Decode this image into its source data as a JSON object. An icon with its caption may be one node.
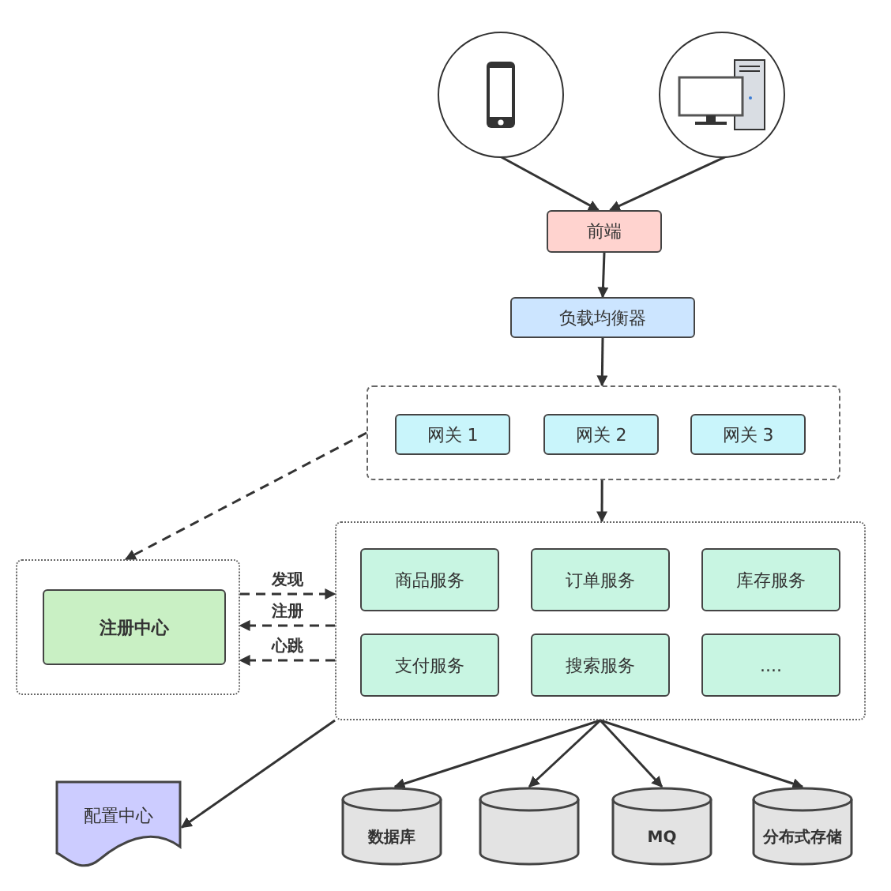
{
  "diagram": {
    "nodes": [
      {
        "text": [],
        "shape": "circle"
      },
      {
        "text": [],
        "shape": "circle"
      },
      {
        "text": [
          "前端"
        ]
      },
      {
        "text": [
          "负载均衡器"
        ]
      },
      {
        "text": [],
        "shape": "box"
      },
      {
        "text": [
          "网关 1"
        ],
        "in": 4
      },
      {
        "text": [
          "网关 2"
        ],
        "in": 4
      },
      {
        "text": [
          "网关 3"
        ],
        "in": 4
      },
      {
        "text": [],
        "shape": "box"
      },
      {
        "text": [
          "注册中心"
        ],
        "in": 8
      },
      {
        "text": [],
        "shape": "box"
      },
      {
        "text": [
          "商品服务"
        ],
        "in": 10
      },
      {
        "text": [
          "订单服务"
        ],
        "in": 10
      },
      {
        "text": [
          "库存服务"
        ],
        "in": 10
      },
      {
        "text": [
          "支付服务"
        ],
        "in": 10
      },
      {
        "text": [
          "搜索服务"
        ],
        "in": 10
      },
      {
        "text": [
          "...."
        ],
        "in": 10
      },
      {
        "text": [
          "配置中心"
        ]
      },
      {
        "text": [
          "数据库"
        ]
      },
      {
        "text": [],
        "shape": "cylinder"
      },
      {
        "text": [
          "MQ"
        ]
      },
      {
        "text": [
          "分布式存储"
        ]
      }
    ],
    "edges": [
      {
        "from": 0,
        "to": 2,
        "arrow": "to"
      },
      {
        "from": 1,
        "to": 2,
        "arrow": "to"
      },
      {
        "from": 2,
        "to": 3,
        "arrow": "to"
      },
      {
        "from": 3,
        "to": 4,
        "arrow": "to"
      },
      {
        "from": 4,
        "to": 10,
        "arrow": "to"
      },
      {
        "from": 4,
        "to": 8,
        "arrow": "to",
        "style": "dashed"
      },
      {
        "from": 8,
        "to": 10,
        "arrow": "to",
        "style": "dashed",
        "label": "发现"
      },
      {
        "from": 10,
        "to": 8,
        "arrow": "to",
        "style": "dashed",
        "label": "注册"
      },
      {
        "from": 10,
        "to": 8,
        "arrow": "to",
        "style": "dashed",
        "label": "心跳"
      },
      {
        "from": 10,
        "to": 17,
        "arrow": "to"
      },
      {
        "from": 10,
        "to": 18,
        "arrow": "to"
      },
      {
        "from": 10,
        "to": 19,
        "arrow": "to"
      },
      {
        "from": 10,
        "to": 20,
        "arrow": "to"
      },
      {
        "from": 10,
        "to": 21,
        "arrow": "to"
      }
    ]
  }
}
